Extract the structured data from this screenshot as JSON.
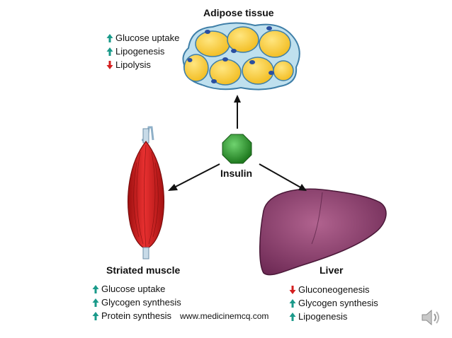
{
  "hormone": {
    "label": "Insulin",
    "color": "#2e8b2e"
  },
  "targets": {
    "adipose": {
      "title": "Adipose tissue",
      "effects": [
        {
          "text": "Glucose uptake",
          "direction": "up"
        },
        {
          "text": "Lipogenesis",
          "direction": "up"
        },
        {
          "text": "Lipolysis",
          "direction": "down"
        }
      ]
    },
    "muscle": {
      "title": "Striated muscle",
      "effects": [
        {
          "text": "Glucose uptake",
          "direction": "up"
        },
        {
          "text": "Glycogen synthesis",
          "direction": "up"
        },
        {
          "text": "Protein synthesis",
          "direction": "up"
        }
      ]
    },
    "liver": {
      "title": "Liver",
      "effects": [
        {
          "text": "Gluconeogenesis",
          "direction": "down"
        },
        {
          "text": "Glycogen synthesis",
          "direction": "up"
        },
        {
          "text": "Lipogenesis",
          "direction": "up"
        }
      ]
    }
  },
  "colors": {
    "up_arrow": "#1a9a8a",
    "down_arrow": "#d42020"
  },
  "watermark": "www.medicinemcq.com",
  "speaker_icon": "speaker-icon"
}
